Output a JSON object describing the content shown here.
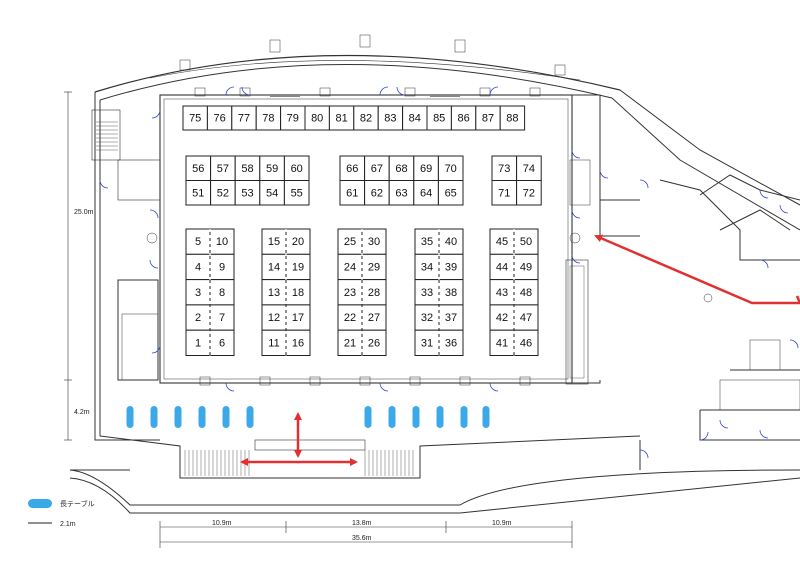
{
  "booths": {
    "top_row": [
      "75",
      "76",
      "77",
      "78",
      "79",
      "80",
      "81",
      "82",
      "83",
      "84",
      "85",
      "86",
      "87",
      "88"
    ],
    "group_a": {
      "upper": [
        "56",
        "57",
        "58",
        "59",
        "60"
      ],
      "lower": [
        "51",
        "52",
        "53",
        "54",
        "55"
      ]
    },
    "group_b": {
      "upper": [
        "66",
        "67",
        "68",
        "69",
        "70"
      ],
      "lower": [
        "61",
        "62",
        "63",
        "64",
        "65"
      ]
    },
    "group_c": {
      "upper": [
        "73",
        "74"
      ],
      "lower": [
        "71",
        "72"
      ]
    },
    "columns": [
      {
        "left": [
          "5",
          "4",
          "3",
          "2",
          "1"
        ],
        "right": [
          "10",
          "9",
          "8",
          "7",
          "6"
        ]
      },
      {
        "left": [
          "15",
          "14",
          "13",
          "12",
          "11"
        ],
        "right": [
          "20",
          "19",
          "18",
          "17",
          "16"
        ]
      },
      {
        "left": [
          "25",
          "24",
          "23",
          "22",
          "21"
        ],
        "right": [
          "30",
          "29",
          "28",
          "27",
          "26"
        ]
      },
      {
        "left": [
          "35",
          "34",
          "33",
          "32",
          "31"
        ],
        "right": [
          "40",
          "39",
          "38",
          "37",
          "36"
        ]
      },
      {
        "left": [
          "45",
          "44",
          "43",
          "42",
          "41"
        ],
        "right": [
          "50",
          "49",
          "48",
          "47",
          "46"
        ]
      }
    ]
  },
  "dimensions": {
    "height_main": "25.0m",
    "height_lower": "4.2m",
    "width_left": "10.9m",
    "width_center": "13.8m",
    "width_right": "10.9m",
    "width_total": "35.6m"
  },
  "legend": {
    "long_table_label": "長テーブル",
    "scale_label": "2.1m"
  },
  "colors": {
    "long_table": "#3ba8e8",
    "arrow": "#e03030",
    "wall": "#333333",
    "door_accent": "#3344cc"
  }
}
